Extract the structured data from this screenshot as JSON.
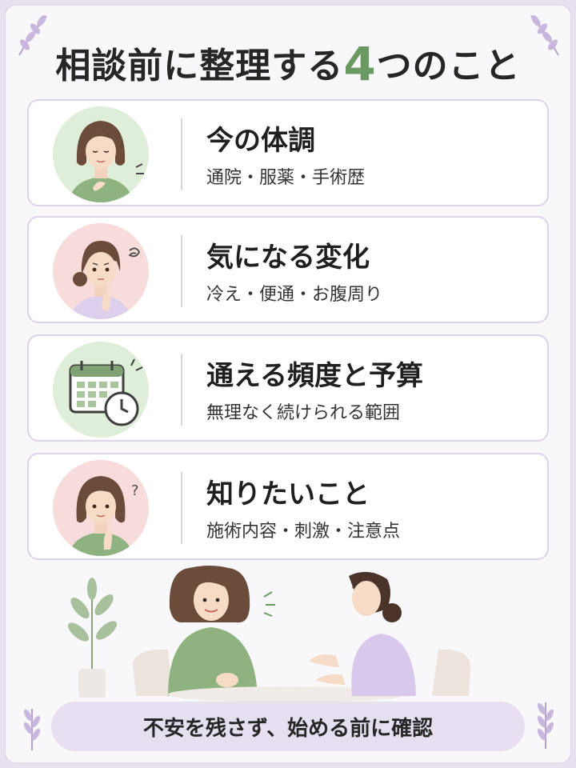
{
  "title": {
    "prefix": "相談前に整理する",
    "number": "4",
    "suffix": "つのこと"
  },
  "cards": [
    {
      "title": "今の体調",
      "subtitle": "通院・服薬・手術歴",
      "icon": "woman-hand-on-chest-icon",
      "bg": "#dfeed8"
    },
    {
      "title": "気になる変化",
      "subtitle": "冷え・便通・お腹周り",
      "icon": "woman-thinking-icon",
      "bg": "#f8dcdc"
    },
    {
      "title": "通える頻度と予算",
      "subtitle": "無理なく続けられる範囲",
      "icon": "calendar-clock-icon",
      "bg": "#dfeed8"
    },
    {
      "title": "知りたいこと",
      "subtitle": "施術内容・刺激・注意点",
      "icon": "woman-question-icon",
      "bg": "#f8dcdc"
    }
  ],
  "banner": {
    "text": "不安を残さず、始める前に確認"
  },
  "colors": {
    "accent": "#6a9a62",
    "lavender": "#e6dff0",
    "card_border": "#ddd4e8"
  }
}
